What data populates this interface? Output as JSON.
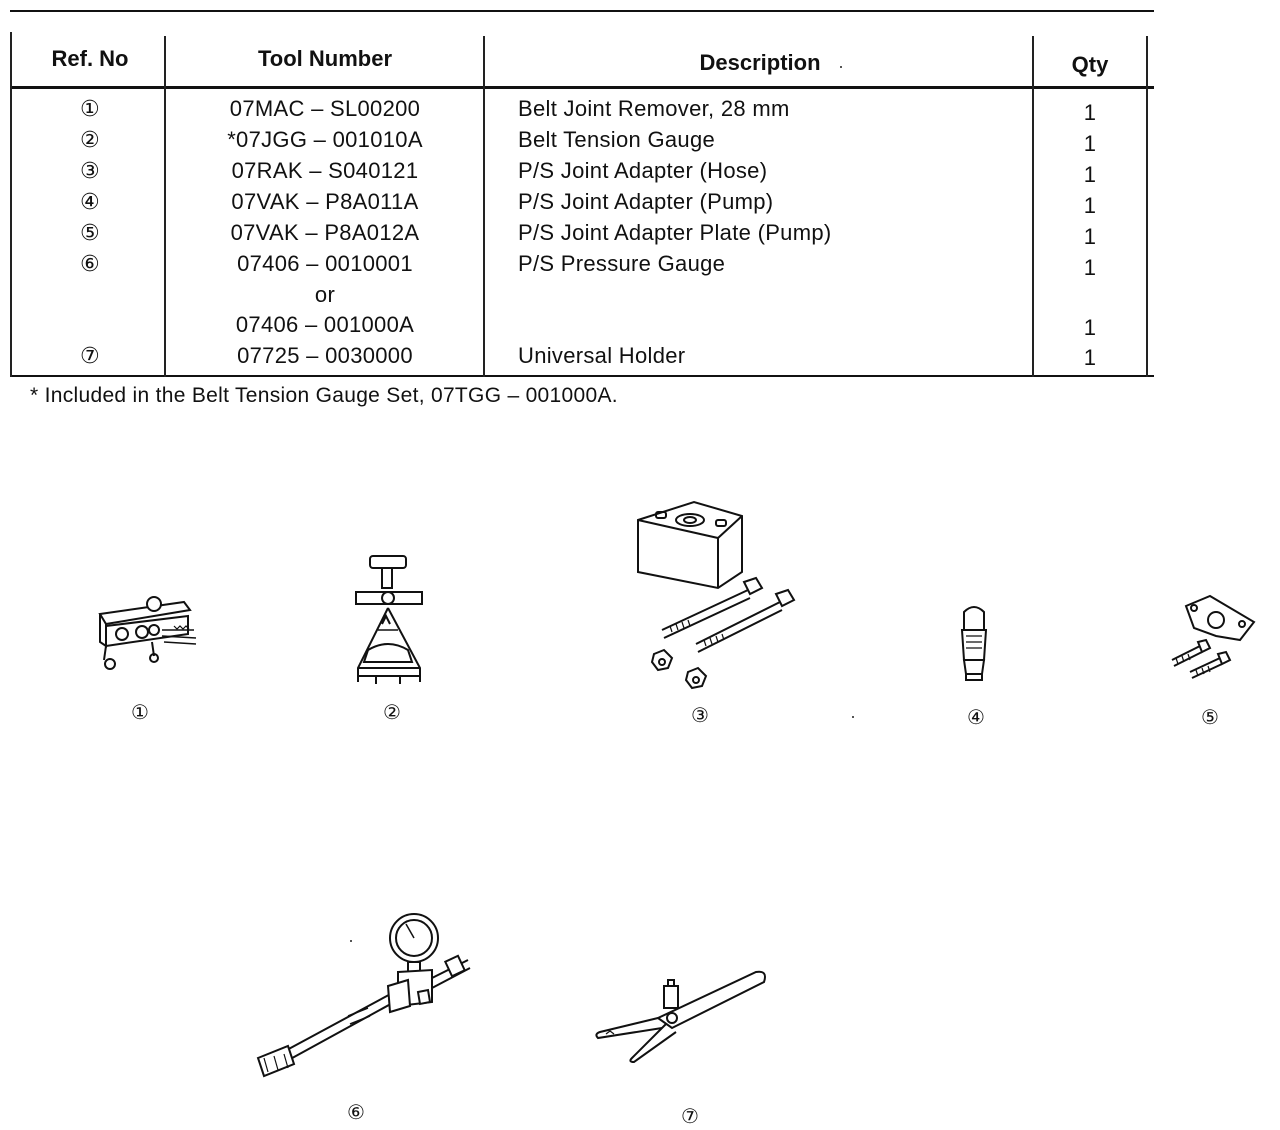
{
  "table": {
    "headers": {
      "ref": "Ref. No",
      "tool": "Tool Number",
      "desc": "Description",
      "qty": "Qty"
    },
    "rows": [
      {
        "ref": "①",
        "tool": "07MAC – SL00200",
        "desc": "Belt Joint Remover, 28 mm",
        "qty": "1"
      },
      {
        "ref": "②",
        "tool": "*07JGG – 001010A",
        "desc": "Belt Tension Gauge",
        "qty": "1"
      },
      {
        "ref": "③",
        "tool": "07RAK – S040121",
        "desc": "P/S Joint Adapter (Hose)",
        "qty": "1"
      },
      {
        "ref": "④",
        "tool": "07VAK – P8A011A",
        "desc": "P/S Joint Adapter (Pump)",
        "qty": "1"
      },
      {
        "ref": "⑤",
        "tool": "07VAK – P8A012A",
        "desc": "P/S Joint Adapter Plate (Pump)",
        "qty": "1"
      },
      {
        "ref": "⑥",
        "tool": "07406 – 0010001",
        "desc": "P/S Pressure Gauge",
        "qty": "1"
      },
      {
        "ref": "",
        "tool": "or",
        "desc": "",
        "qty": ""
      },
      {
        "ref": "",
        "tool": "07406 – 001000A",
        "desc": "",
        "qty": "1"
      },
      {
        "ref": "⑦",
        "tool": "07725 – 0030000",
        "desc": "Universal Holder",
        "qty": "1"
      }
    ]
  },
  "footnote": "* Included in the Belt Tension Gauge Set, 07TGG – 001000A.",
  "figures": {
    "fig1": "①",
    "fig2": "②",
    "fig3": "③",
    "fig4": "④",
    "fig5": "⑤",
    "fig6": "⑥",
    "fig7": "⑦"
  }
}
